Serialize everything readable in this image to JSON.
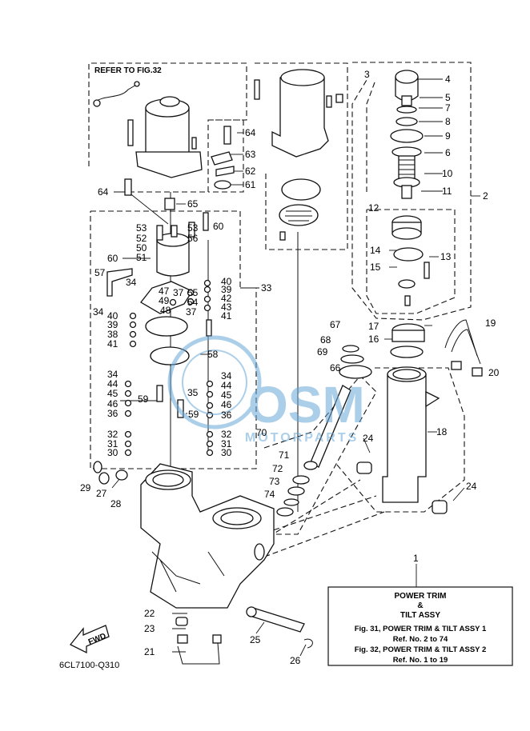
{
  "diagram": {
    "refer_label": "REFER TO FIG.32",
    "drawing_code": "6CL7100-Q310",
    "fwd_label": "FWD",
    "watermark": {
      "main": "OSM",
      "sub": "MOTORPARTS",
      "color": "#6aa8d8"
    },
    "info_box": {
      "ref_number": "1",
      "title_1": "POWER TRIM",
      "title_2": "&",
      "title_3": "TILT ASSY",
      "line_1": "Fig. 31, POWER TRIM & TILT ASSY 1",
      "line_2": "Ref. No. 2 to 74",
      "line_3": "Fig. 32, POWER TRIM & TILT ASSY 2",
      "line_4": "Ref. No. 1 to 19"
    },
    "callouts": {
      "c2": "2",
      "c3": "3",
      "c4": "4",
      "c5": "5",
      "c7": "7",
      "c8": "8",
      "c9": "9",
      "c6": "6",
      "c10": "10",
      "c11": "11",
      "c12": "12",
      "c13": "13",
      "c14": "14",
      "c15": "15",
      "c17": "17",
      "c16": "16",
      "c19": "19",
      "c20": "20",
      "c18": "18",
      "c24a": "24",
      "c24b": "24",
      "c64a": "64",
      "c63": "63",
      "c62": "62",
      "c61": "61",
      "c64b": "64",
      "c65": "65",
      "c53a": "53",
      "c52": "52",
      "c50": "50",
      "c51": "51",
      "c53b": "53",
      "c56": "56",
      "c60a": "60",
      "c60b": "60",
      "c57": "57",
      "c34a": "34",
      "c40a": "40",
      "c39a": "39",
      "c33": "33",
      "c47": "47",
      "c37a": "37",
      "c55": "55",
      "c42": "42",
      "c49": "49",
      "c54": "54",
      "c43": "43",
      "c34b": "34",
      "c48": "48",
      "c37b": "37",
      "c41a": "41",
      "c40b": "40",
      "c39b": "39",
      "c38": "38",
      "c41b": "41",
      "c58": "58",
      "c34c": "34",
      "c34d": "34",
      "c44a": "44",
      "c44b": "44",
      "c45a": "45",
      "c45b": "45",
      "c35": "35",
      "c46a": "46",
      "c46b": "46",
      "c59a": "59",
      "c59b": "59",
      "c36a": "36",
      "c36b": "36",
      "c32a": "32",
      "c32b": "32",
      "c31a": "31",
      "c31b": "31",
      "c30a": "30",
      "c30b": "30",
      "c29": "29",
      "c27": "27",
      "c28": "28",
      "c67": "67",
      "c68": "68",
      "c69": "69",
      "c66": "66",
      "c70": "70",
      "c71": "71",
      "c72": "72",
      "c73": "73",
      "c74": "74",
      "c22": "22",
      "c23": "23",
      "c21": "21",
      "c25": "25",
      "c26": "26"
    }
  }
}
